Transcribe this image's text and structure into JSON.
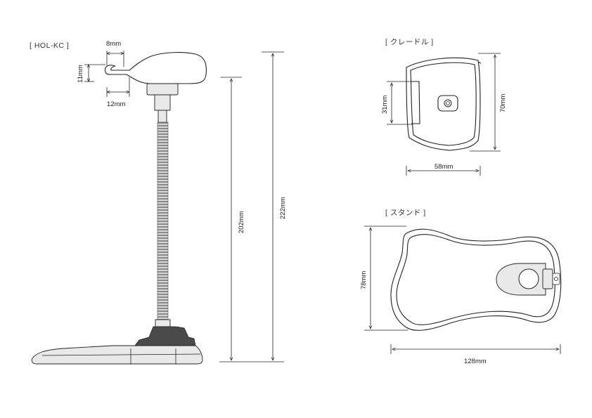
{
  "sections": {
    "holder_title": "[ HOL-KC ]",
    "cradle_title": "[ クレードル ]",
    "stand_title": "[ スタンド ]"
  },
  "dimensions": {
    "hook_width": "8mm",
    "hook_height": "11mm",
    "hook_depth": "12mm",
    "neck_height": "202mm",
    "total_height": "222mm",
    "cradle_height_inner": "31mm",
    "cradle_height": "70mm",
    "cradle_width": "58mm",
    "stand_depth": "78mm",
    "stand_width": "128mm"
  },
  "icons": {
    "arrow": "arrowhead"
  }
}
